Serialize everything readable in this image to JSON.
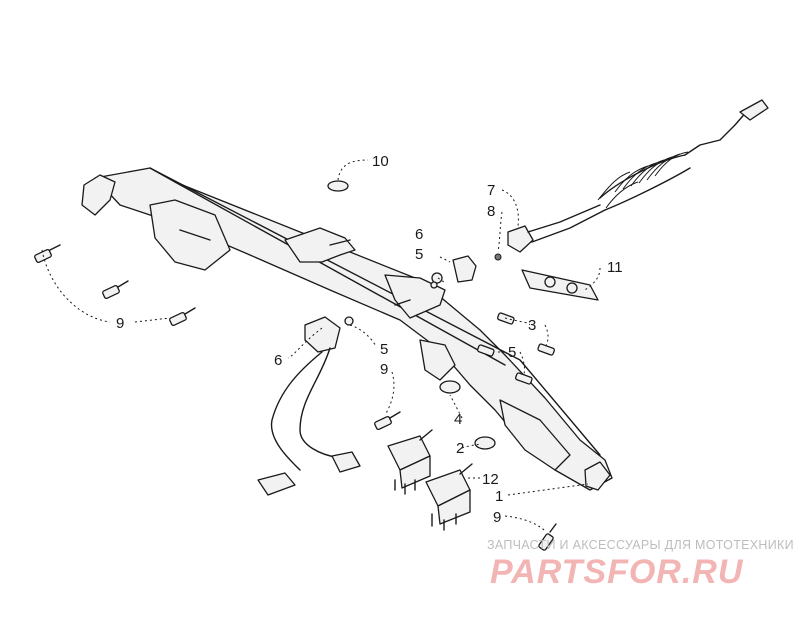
{
  "callouts": {
    "c1": "1",
    "c2": "2",
    "c3": "3",
    "c4": "4",
    "c5a": "5",
    "c5b": "5",
    "c5c": "5",
    "c6a": "6",
    "c6b": "6",
    "c7": "7",
    "c8": "8",
    "c9a": "9",
    "c9b": "9",
    "c9c": "9",
    "c10": "10",
    "c11": "11",
    "c12": "12"
  },
  "watermark": {
    "tagline": "ЗАПЧАСТИ И АКСЕССУАРЫ ДЛЯ МОТОТЕХНИКИ",
    "logo": "PARTSFOR.RU"
  },
  "colors": {
    "line": "#1a1a1a",
    "watermark_text": "#bdbdbd",
    "watermark_logo": "#f3b4b4"
  }
}
